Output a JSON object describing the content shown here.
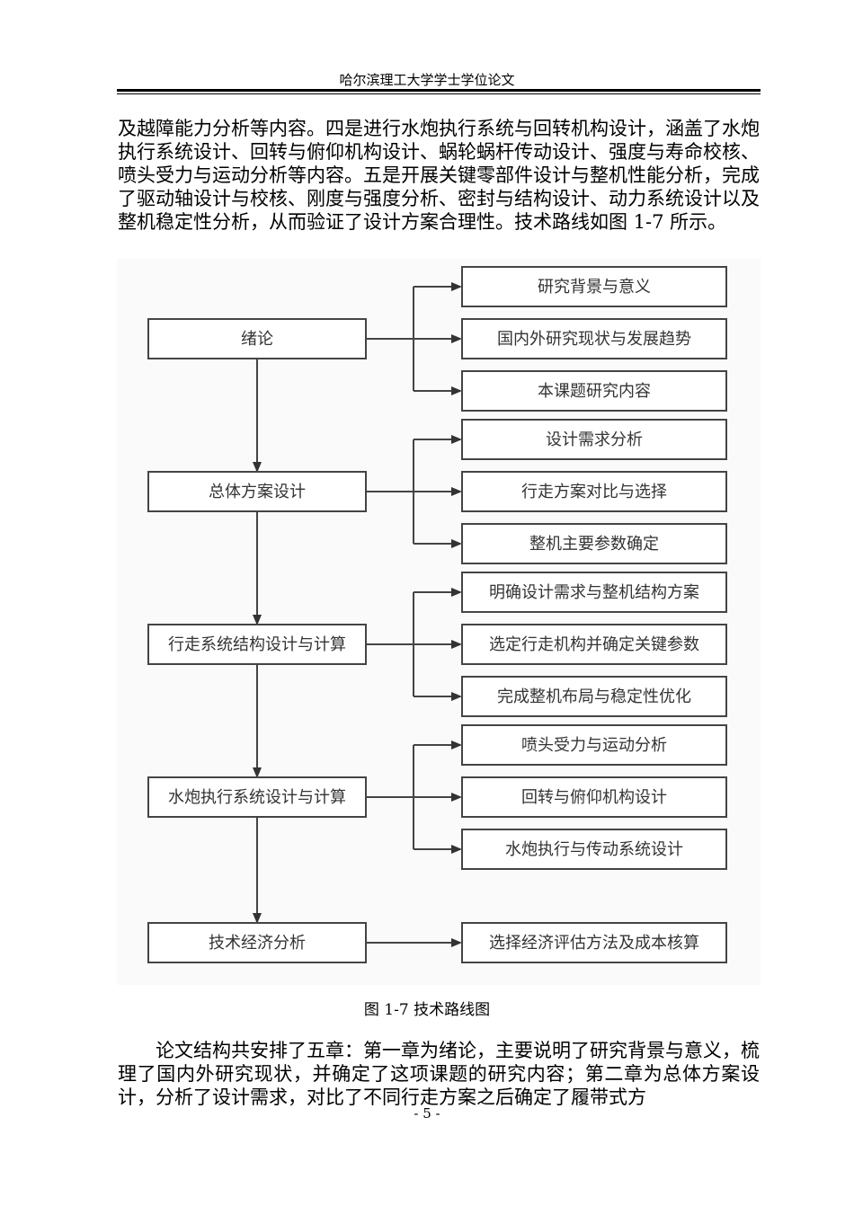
{
  "header": {
    "title": "哈尔滨理工大学学士学位论文"
  },
  "body": {
    "para1": "及越障能力分析等内容。四是进行水炮执行系统与回转机构设计，涵盖了水炮执行系统设计、回转与俯仰机构设计、蜗轮蜗杆传动设计、强度与寿命校核、喷头受力与运动分析等内容。五是开展关键零部件设计与整机性能分析，完成了驱动轴设计与校核、刚度与强度分析、密封与结构设计、动力系统设计以及整机稳定性分析，从而验证了设计方案合理性。技术路线如图 1-7 所示。",
    "para2": "论文结构共安排了五章：第一章为绪论，主要说明了研究背景与意义，梳理了国内外研究现状，并确定了这项课题的研究内容；第二章为总体方案设计，分析了设计需求，对比了不同行走方案之后确定了履带式方"
  },
  "figure": {
    "caption": "图  1-7  技术路线图",
    "stages": [
      {
        "label": "绪论",
        "subs": [
          "研究背景与意义",
          "国内外研究现状与发展趋势",
          "本课题研究内容"
        ]
      },
      {
        "label": "总体方案设计",
        "subs": [
          "设计需求分析",
          "行走方案对比与选择",
          "整机主要参数确定"
        ]
      },
      {
        "label": "行走系统结构设计与计算",
        "subs": [
          "明确设计需求与整机结构方案",
          "选定行走机构并确定关键参数",
          "完成整机布局与稳定性优化"
        ]
      },
      {
        "label": "水炮执行系统设计与计算",
        "subs": [
          "喷头受力与运动分析",
          "回转与俯仰机构设计",
          "水炮执行与传动系统设计"
        ]
      },
      {
        "label": "技术经济分析",
        "subs": [
          "选择经济评估方法及成本核算"
        ]
      }
    ]
  },
  "footer": {
    "page": "- 5 -"
  }
}
